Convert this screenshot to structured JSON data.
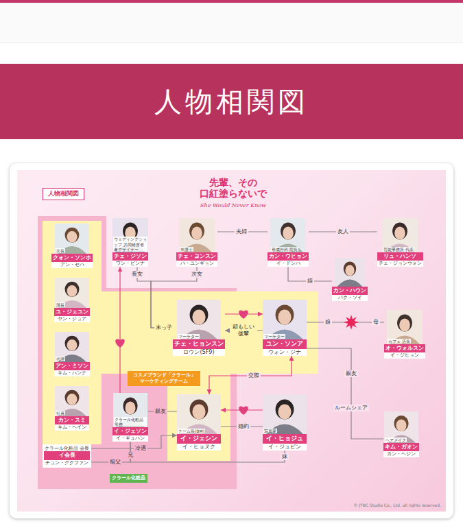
{
  "diagram": {
    "title": "人物相関図",
    "nodes": [
      {
        "text": [
          "人物相関図"
        ]
      },
      {
        "text": [
          "クラール化粧品"
        ]
      },
      {
        "text": [
          "コスメブランド「クラール」 マーケティングチーム"
        ],
        "in": 1
      },
      {
        "text": [
          "次長",
          "クォン・ソンホ",
          "アン・セハ"
        ],
        "in": 2
      },
      {
        "text": [
          "課長",
          "ユ・ジェユン",
          "ヤン・ジョア"
        ],
        "in": 2
      },
      {
        "text": [
          "代理",
          "アン・ミソン",
          "キム・ハンナ"
        ],
        "in": 2
      },
      {
        "text": [
          "社員",
          "カン・スミ",
          "キム・ヘイン"
        ],
        "in": 2
      },
      {
        "text": [
          "ウェディングショップ 共同経営者 兼デザイナー",
          "チェ・ジソン",
          "ワン・ビンナ"
        ]
      },
      {
        "text": [
          "弁護士",
          "チェ・ヨンスン",
          "ハ・ユンギョン"
        ]
      },
      {
        "text": [
          "形成外科 院長",
          "カン・ウヒョン",
          "イ・ドンハ"
        ]
      },
      {
        "text": [
          "芸能事務所 代表",
          "リュ・ハンソ",
          "チェ・ジョンウォン"
        ]
      },
      {
        "text": [
          "カン・ハウン",
          "パク・ソイ"
        ]
      },
      {
        "text": [
          "マーケター",
          "チェ・ヒョンスン",
          "ロウン(SF9)"
        ],
        "in": 2
      },
      {
        "text": [
          "マーケター",
          "ユン・ソンア",
          "ウォン・ジナ"
        ],
        "in": 2
      },
      {
        "text": [
          "カフェ 店長",
          "オ・ウォルスン",
          "イ・ジヒョン"
        ]
      },
      {
        "text": [
          "クラール化粧品 常務",
          "イ・ジェソン",
          "イ・ギュハン"
        ],
        "in": 1
      },
      {
        "text": [
          "チーム長(BM)",
          "イ・ジェシン",
          "イ・ヒョヌク"
        ],
        "in": 2
      },
      {
        "text": [
          "写真家",
          "イ・ヒョジュ",
          "イ・ジュビン"
        ]
      },
      {
        "text": [
          "ヘアメイク",
          "キム・ガオン",
          "カン・ヘジン"
        ]
      },
      {
        "text": [
          "クラール化粧品 会長",
          "イ会長",
          "チョン・グクファン"
        ],
        "in": 1
      }
    ],
    "edges": [
      {
        "from": 8,
        "to": 9,
        "arrow": "none",
        "label": "夫婦"
      },
      {
        "from": 9,
        "to": 10,
        "arrow": "none",
        "label": "友人"
      },
      {
        "from": 9,
        "to": 11,
        "arrow": "none",
        "label": "姪"
      },
      {
        "from": 7,
        "to": 12,
        "arrow": "none",
        "label": "長女"
      },
      {
        "from": 8,
        "to": 12,
        "arrow": "none",
        "label": "次女"
      },
      {
        "from": 12,
        "to": 13,
        "arrow": "to"
      },
      {
        "from": 13,
        "to": 12,
        "arrow": "to",
        "label": "頼もしい 後輩"
      },
      {
        "from": 13,
        "to": 14,
        "arrow": "none",
        "label": "娘"
      },
      {
        "from": 13,
        "to": 16,
        "arrow": "both",
        "label": "交際"
      },
      {
        "from": 13,
        "to": 18,
        "arrow": "none",
        "label": "親友"
      },
      {
        "from": 15,
        "to": 7,
        "arrow": "to"
      },
      {
        "from": 15,
        "to": 16,
        "arrow": "none",
        "label": "親友"
      },
      {
        "from": 17,
        "to": 16,
        "arrow": "to"
      },
      {
        "from": 16,
        "to": 17,
        "arrow": "none",
        "label": "婚約"
      },
      {
        "from": 19,
        "to": 16,
        "arrow": "to",
        "label": "冷遇"
      },
      {
        "from": 19,
        "to": 15,
        "arrow": "none",
        "label": "祖父"
      },
      {
        "from": 15,
        "to": 17,
        "arrow": "none",
        "label": "兄"
      }
    ],
    "labels": [
      "先輩、その 口紅塗らないで",
      "She Would Never Know",
      "末っ子",
      "母",
      "ルームシェア",
      "妹",
      "© JTBC Studio Co., Ltd. all rights reserved."
    ]
  }
}
